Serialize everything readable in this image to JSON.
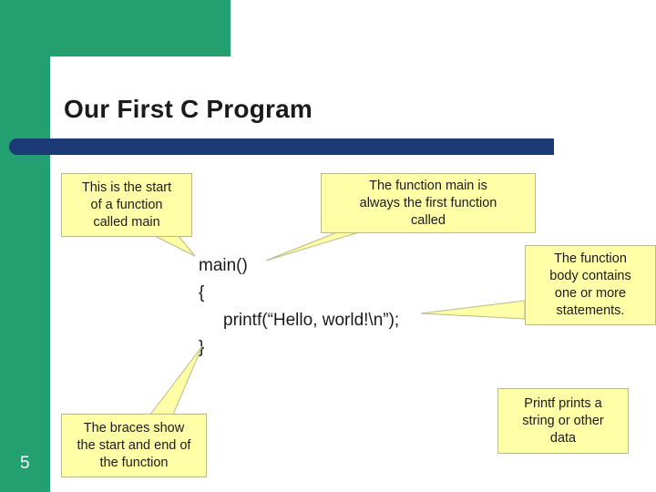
{
  "slide": {
    "title": "Our First C Program",
    "number": "5",
    "colors": {
      "green": "#22a06f",
      "navy": "#1b3a76",
      "callout_fill": "#ffffa8",
      "callout_border": "#b9b98a",
      "text": "#1b1b1b"
    }
  },
  "code": {
    "line1": "main()",
    "line2": "{",
    "line3": "printf(“Hello, world!\\n”);",
    "line4": "}"
  },
  "callouts": [
    {
      "id": "start-of-function",
      "lines": [
        "This is the start",
        "of a function",
        "called main"
      ]
    },
    {
      "id": "main-first-function",
      "lines": [
        "The function main is",
        "always the first function",
        "called"
      ]
    },
    {
      "id": "function-body",
      "lines": [
        "The function",
        "body contains",
        "one or more",
        "statements."
      ]
    },
    {
      "id": "braces",
      "lines": [
        "The braces show",
        "the start and end of",
        "the function"
      ]
    },
    {
      "id": "printf",
      "lines": [
        "Printf prints a",
        "string or other",
        "data"
      ]
    }
  ]
}
